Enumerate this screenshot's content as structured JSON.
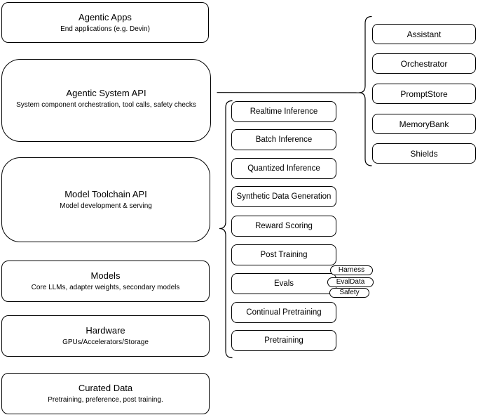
{
  "diagram": {
    "stack": [
      {
        "title": "Agentic Apps",
        "subtitle": "End applications (e.g. Devin)"
      },
      {
        "title": "Agentic System API",
        "subtitle": "System component orchestration, tool calls, safety checks"
      },
      {
        "title": "Model Toolchain API",
        "subtitle": "Model development & serving"
      },
      {
        "title": "Models",
        "subtitle": "Core LLMs, adapter weights, secondary models"
      },
      {
        "title": "Hardware",
        "subtitle": "GPUs/Accelerators/Storage"
      },
      {
        "title": "Curated Data",
        "subtitle": "Pretraining, preference, post training."
      }
    ],
    "toolchain_items": [
      "Realtime Inference",
      "Batch Inference",
      "Quantized Inference",
      "Synthetic Data Generation",
      "Reward Scoring",
      "Post Training",
      "Evals",
      "Continual Pretraining",
      "Pretraining"
    ],
    "evals_tags": [
      "Harness",
      "EvalData",
      "Safety"
    ],
    "system_components": [
      "Assistant",
      "Orchestrator",
      "PromptStore",
      "MemoryBank",
      "Shields"
    ],
    "colors": {
      "stroke": "#000000",
      "fill": "#ffffff"
    }
  }
}
